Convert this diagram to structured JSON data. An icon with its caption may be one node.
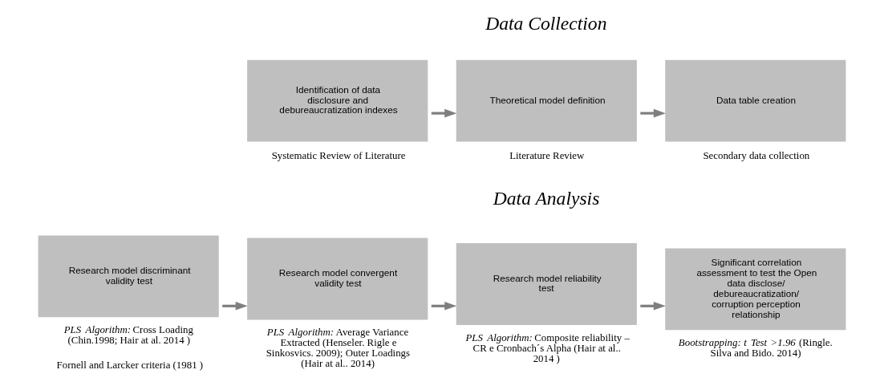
{
  "diagram": {
    "nodes": [
      {
        "text": [
          "Identification of data disclosure and debureaucratization indexes"
        ],
        "beside": [
          "Systematic Review of Literature"
        ]
      },
      {
        "text": [
          "Theoretical model definition"
        ],
        "beside": [
          "Literature Review"
        ]
      },
      {
        "text": [
          "Data table creation"
        ],
        "beside": [
          "Secondary data collection"
        ]
      },
      {
        "text": [
          "Research model discriminant validity test"
        ],
        "beside": [
          "*PLS Algorithm:* Cross Loading (Chin.1998; Hair at al. 2014 )",
          "Fornell and Larcker criteria (1981 )"
        ]
      },
      {
        "text": [
          "Research model convergent validity test"
        ],
        "beside": [
          "*PLS Algorithm:* Average Variance Extracted (Henseler. Rigle e Sinkosvics. 2009); Outer Loadings (Hair at al.. 2014)"
        ]
      },
      {
        "text": [
          "Research model reliability test"
        ],
        "beside": [
          "*PLS Algorithm:* Composite reliability – CR e Cronbach´s Alpha (Hair at al.. 2014 )"
        ]
      },
      {
        "text": [
          "Significant correlation assessment to test the Open data disclose/ debureaucratization/ corruption perception relationship"
        ],
        "beside": [
          "*Bootstrapping: t Test >1.96* (Ringle. Silva and Bido. 2014)"
        ]
      }
    ],
    "edges": [
      {
        "from": 0,
        "to": 1,
        "arrow": "to"
      },
      {
        "from": 1,
        "to": 2,
        "arrow": "to"
      },
      {
        "from": 3,
        "to": 4,
        "arrow": "to"
      },
      {
        "from": 4,
        "to": 5,
        "arrow": "to"
      },
      {
        "from": 5,
        "to": 6,
        "arrow": "to"
      }
    ],
    "labels": [
      "Data Collection",
      "Data Analysis"
    ]
  }
}
